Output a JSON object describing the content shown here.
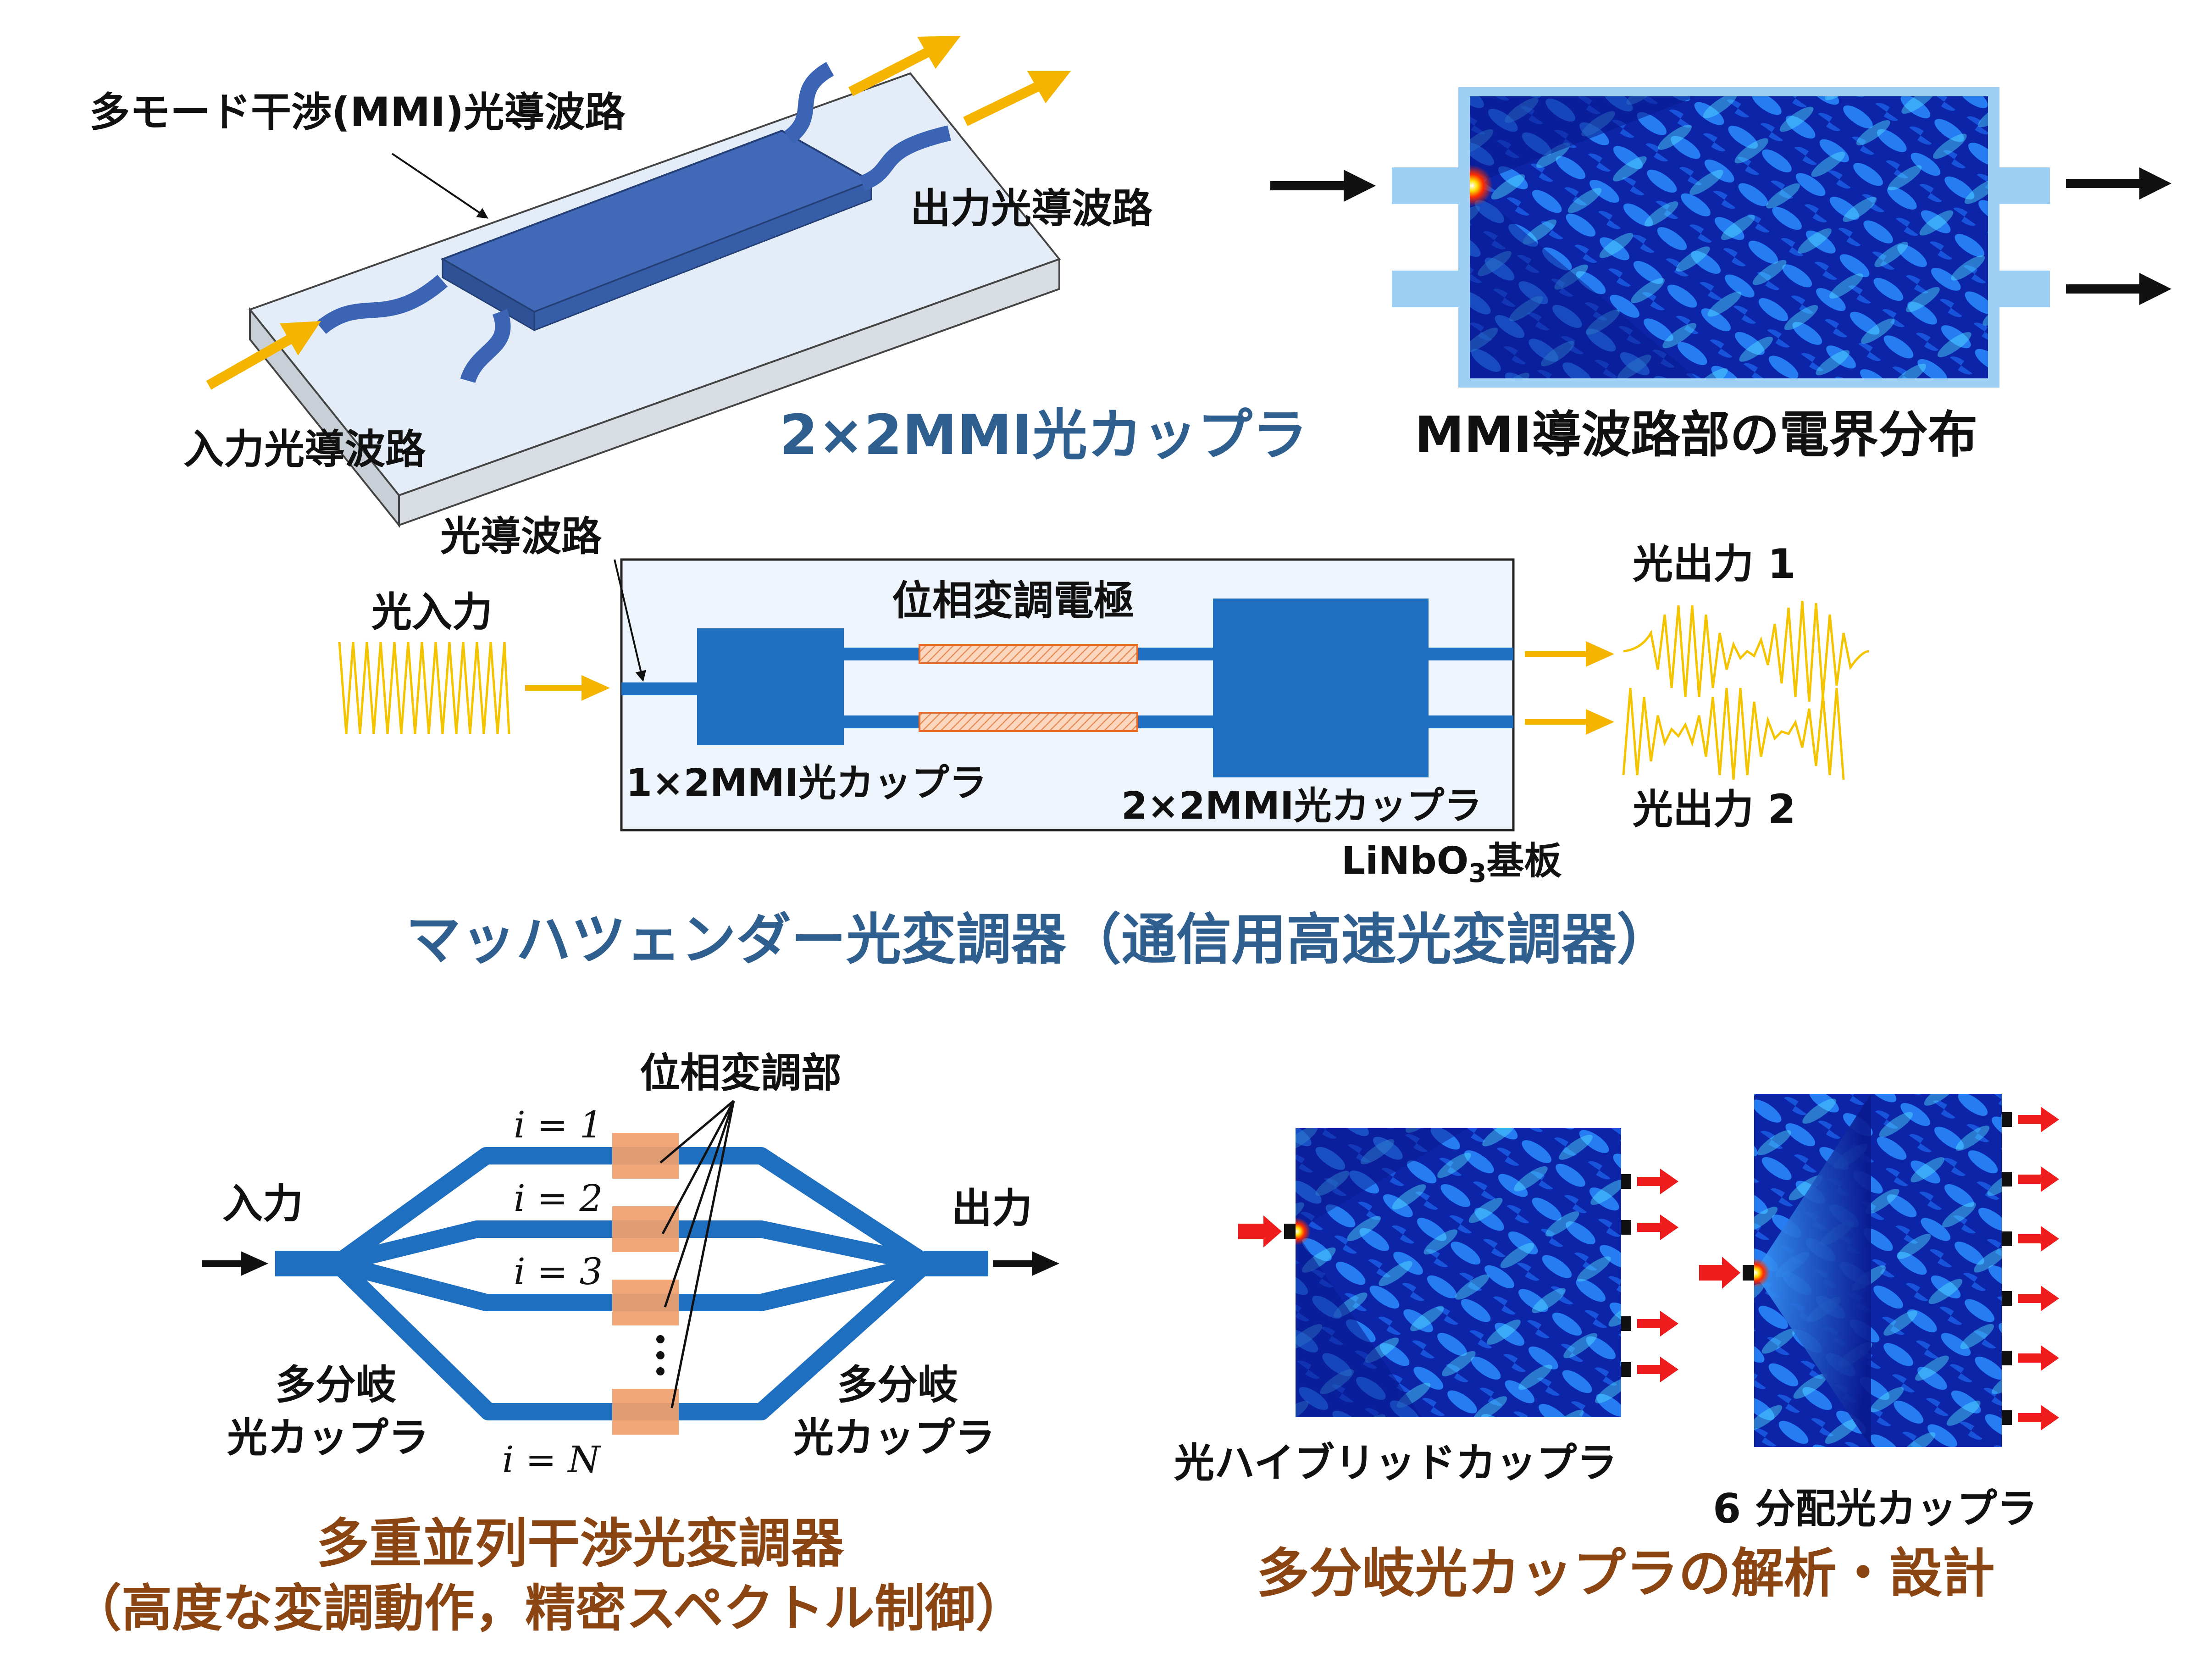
{
  "colors": {
    "waveguide": "#1f6fc0",
    "chip": "#eef4fb",
    "mmi_block": "#4169b8",
    "arrow_yellow": "#f5b400",
    "arrow_red": "#ee1c1c",
    "title_blue": "#2f5f8f",
    "title_brown": "#8b4513",
    "electrode": "#f4a070",
    "field_bg": "#0a1a90"
  },
  "panel_3d": {
    "label_mmi": "多モード干渉(MMI)光導波路",
    "label_output": "出力光導波路",
    "label_input": "入力光導波路",
    "caption": "2×2MMI光カップラ"
  },
  "panel_field": {
    "caption": "MMI導波路部の電界分布"
  },
  "panel_mz": {
    "label_waveguide": "光導波路",
    "label_input": "光入力",
    "label_electrode": "位相変調電極",
    "label_coupler1": "1×2MMI光カップラ",
    "label_coupler2": "2×2MMI光カップラ",
    "label_out1": "光出力 1",
    "label_out2": "光出力 2",
    "label_substrate_main": "LiNbO",
    "label_substrate_sub": "3",
    "label_substrate_tail": "基板",
    "caption": "マッハツェンダー光変調器（通信用高速光変調器）"
  },
  "panel_multi": {
    "label_phase": "位相変調部",
    "label_input": "入力",
    "label_output": "出力",
    "branch_labels": [
      "i = 1",
      "i = 2",
      "i = 3",
      "i = N"
    ],
    "label_splitter_l1": "多分岐",
    "label_splitter_l2": "光カップラ",
    "label_combiner_l1": "多分岐",
    "label_combiner_l2": "光カップラ",
    "caption_line1": "多重並列干渉光変調器",
    "caption_line2": "（高度な変調動作，精密スペクトル制御）"
  },
  "panel_split": {
    "label_hybrid": "光ハイブリッドカップラ",
    "label_six": "6 分配光カップラ",
    "caption": "多分岐光カップラの解析・設計"
  }
}
